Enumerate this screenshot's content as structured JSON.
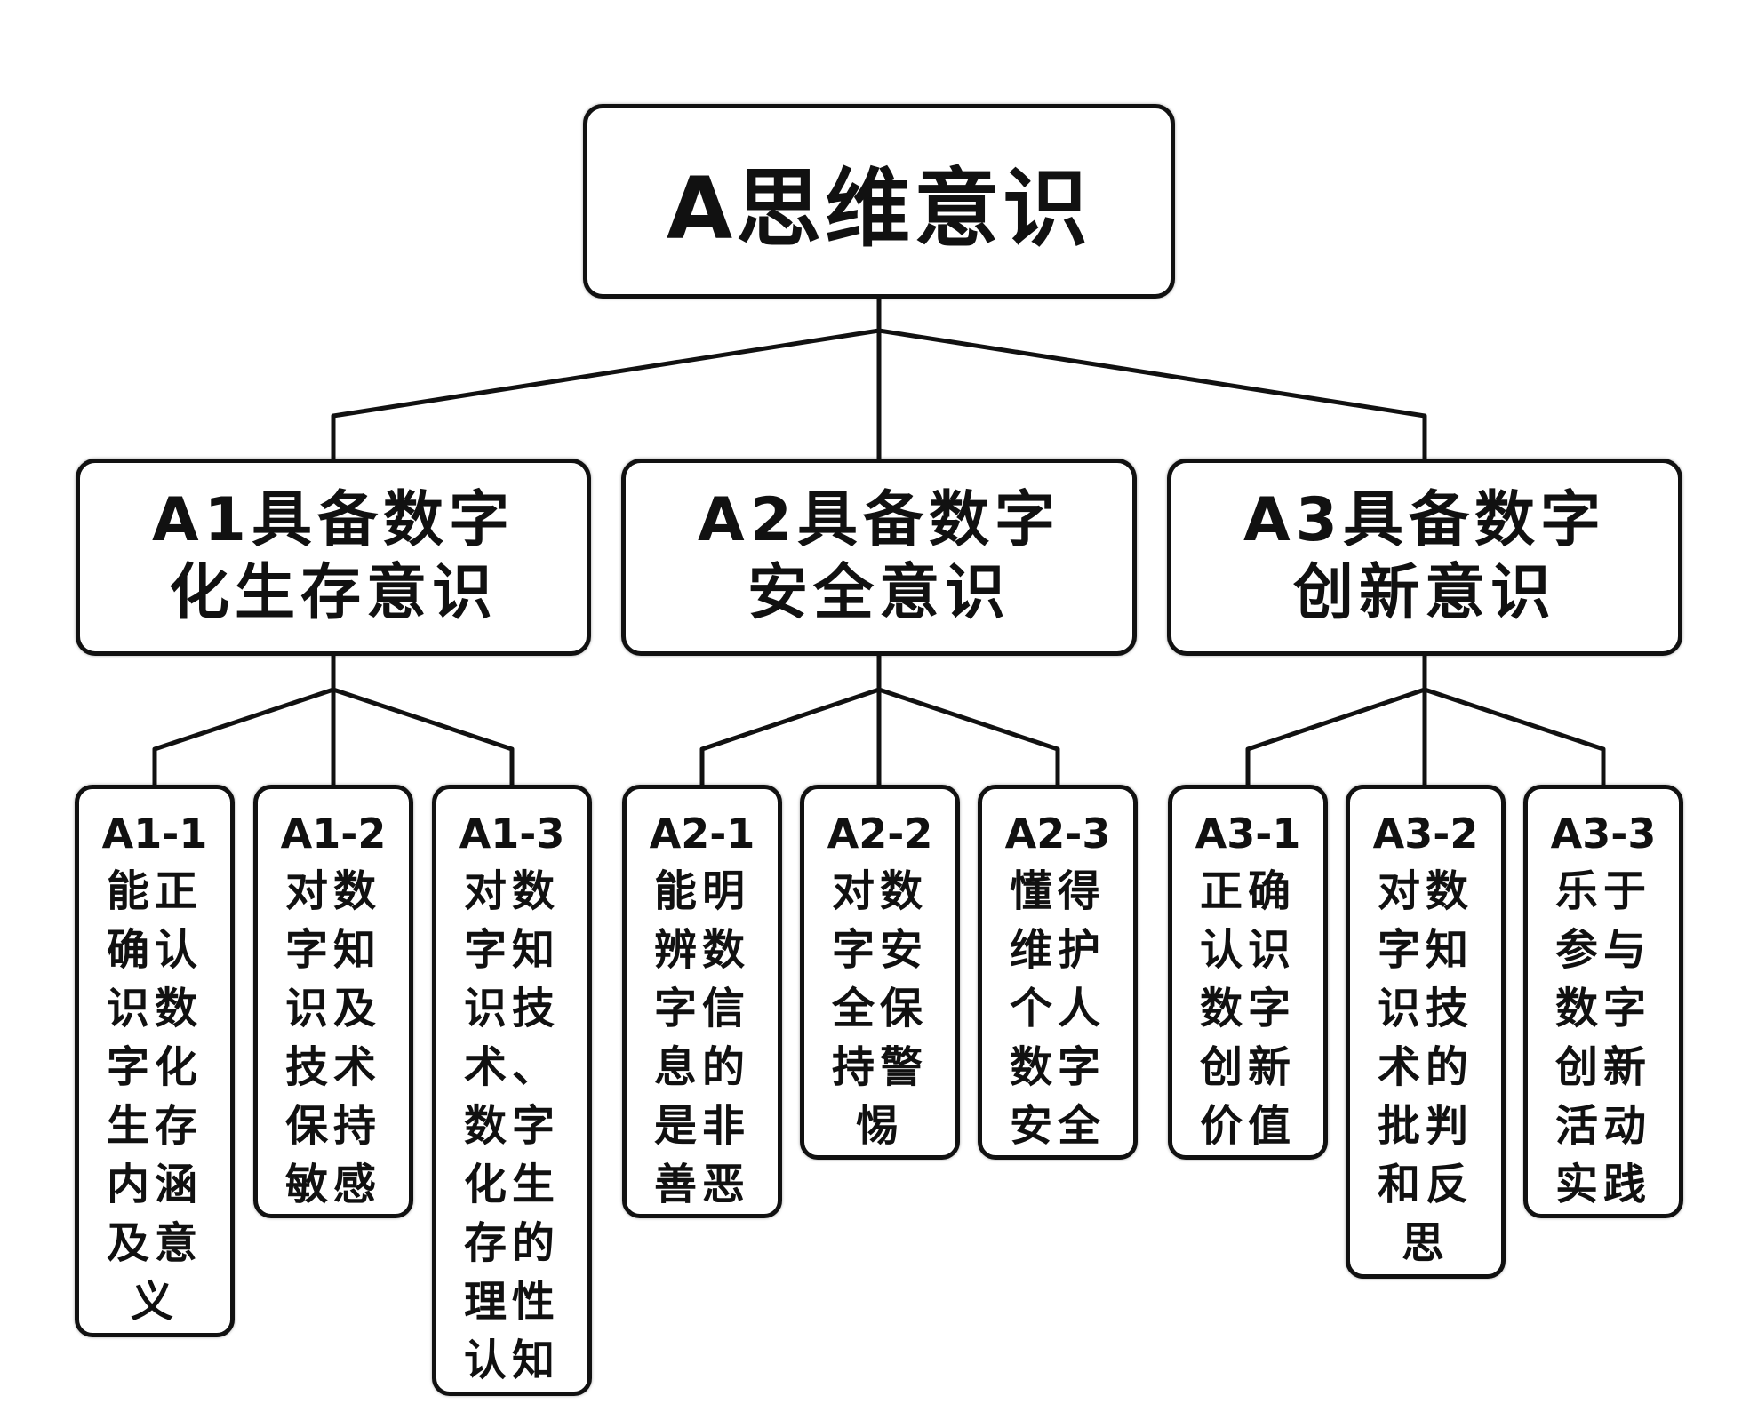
{
  "root": {
    "label": "A思维意识"
  },
  "branches": [
    {
      "label": "A1具备数字化生存意识",
      "children": [
        {
          "code": "A1-1",
          "text": "能正确认识数字化生存内涵及意义"
        },
        {
          "code": "A1-2",
          "text": "对数字知识及技术保持敏感"
        },
        {
          "code": "A1-3",
          "text": "对数字知识技术、数字化生存的理性认知"
        }
      ]
    },
    {
      "label": "A2具备数字安全意识",
      "children": [
        {
          "code": "A2-1",
          "text": "能明辨数字信息的是非善恶"
        },
        {
          "code": "A2-2",
          "text": "对数字安全保持警惕"
        },
        {
          "code": "A2-3",
          "text": "懂得维护个人数字安全"
        }
      ]
    },
    {
      "label": "A3具备数字创新意识",
      "children": [
        {
          "code": "A3-1",
          "text": "正确认识数字创新价值"
        },
        {
          "code": "A3-2",
          "text": "对数字知识技术的批判和反思"
        },
        {
          "code": "A3-3",
          "text": "乐于参与数字创新活动实践"
        }
      ]
    }
  ]
}
